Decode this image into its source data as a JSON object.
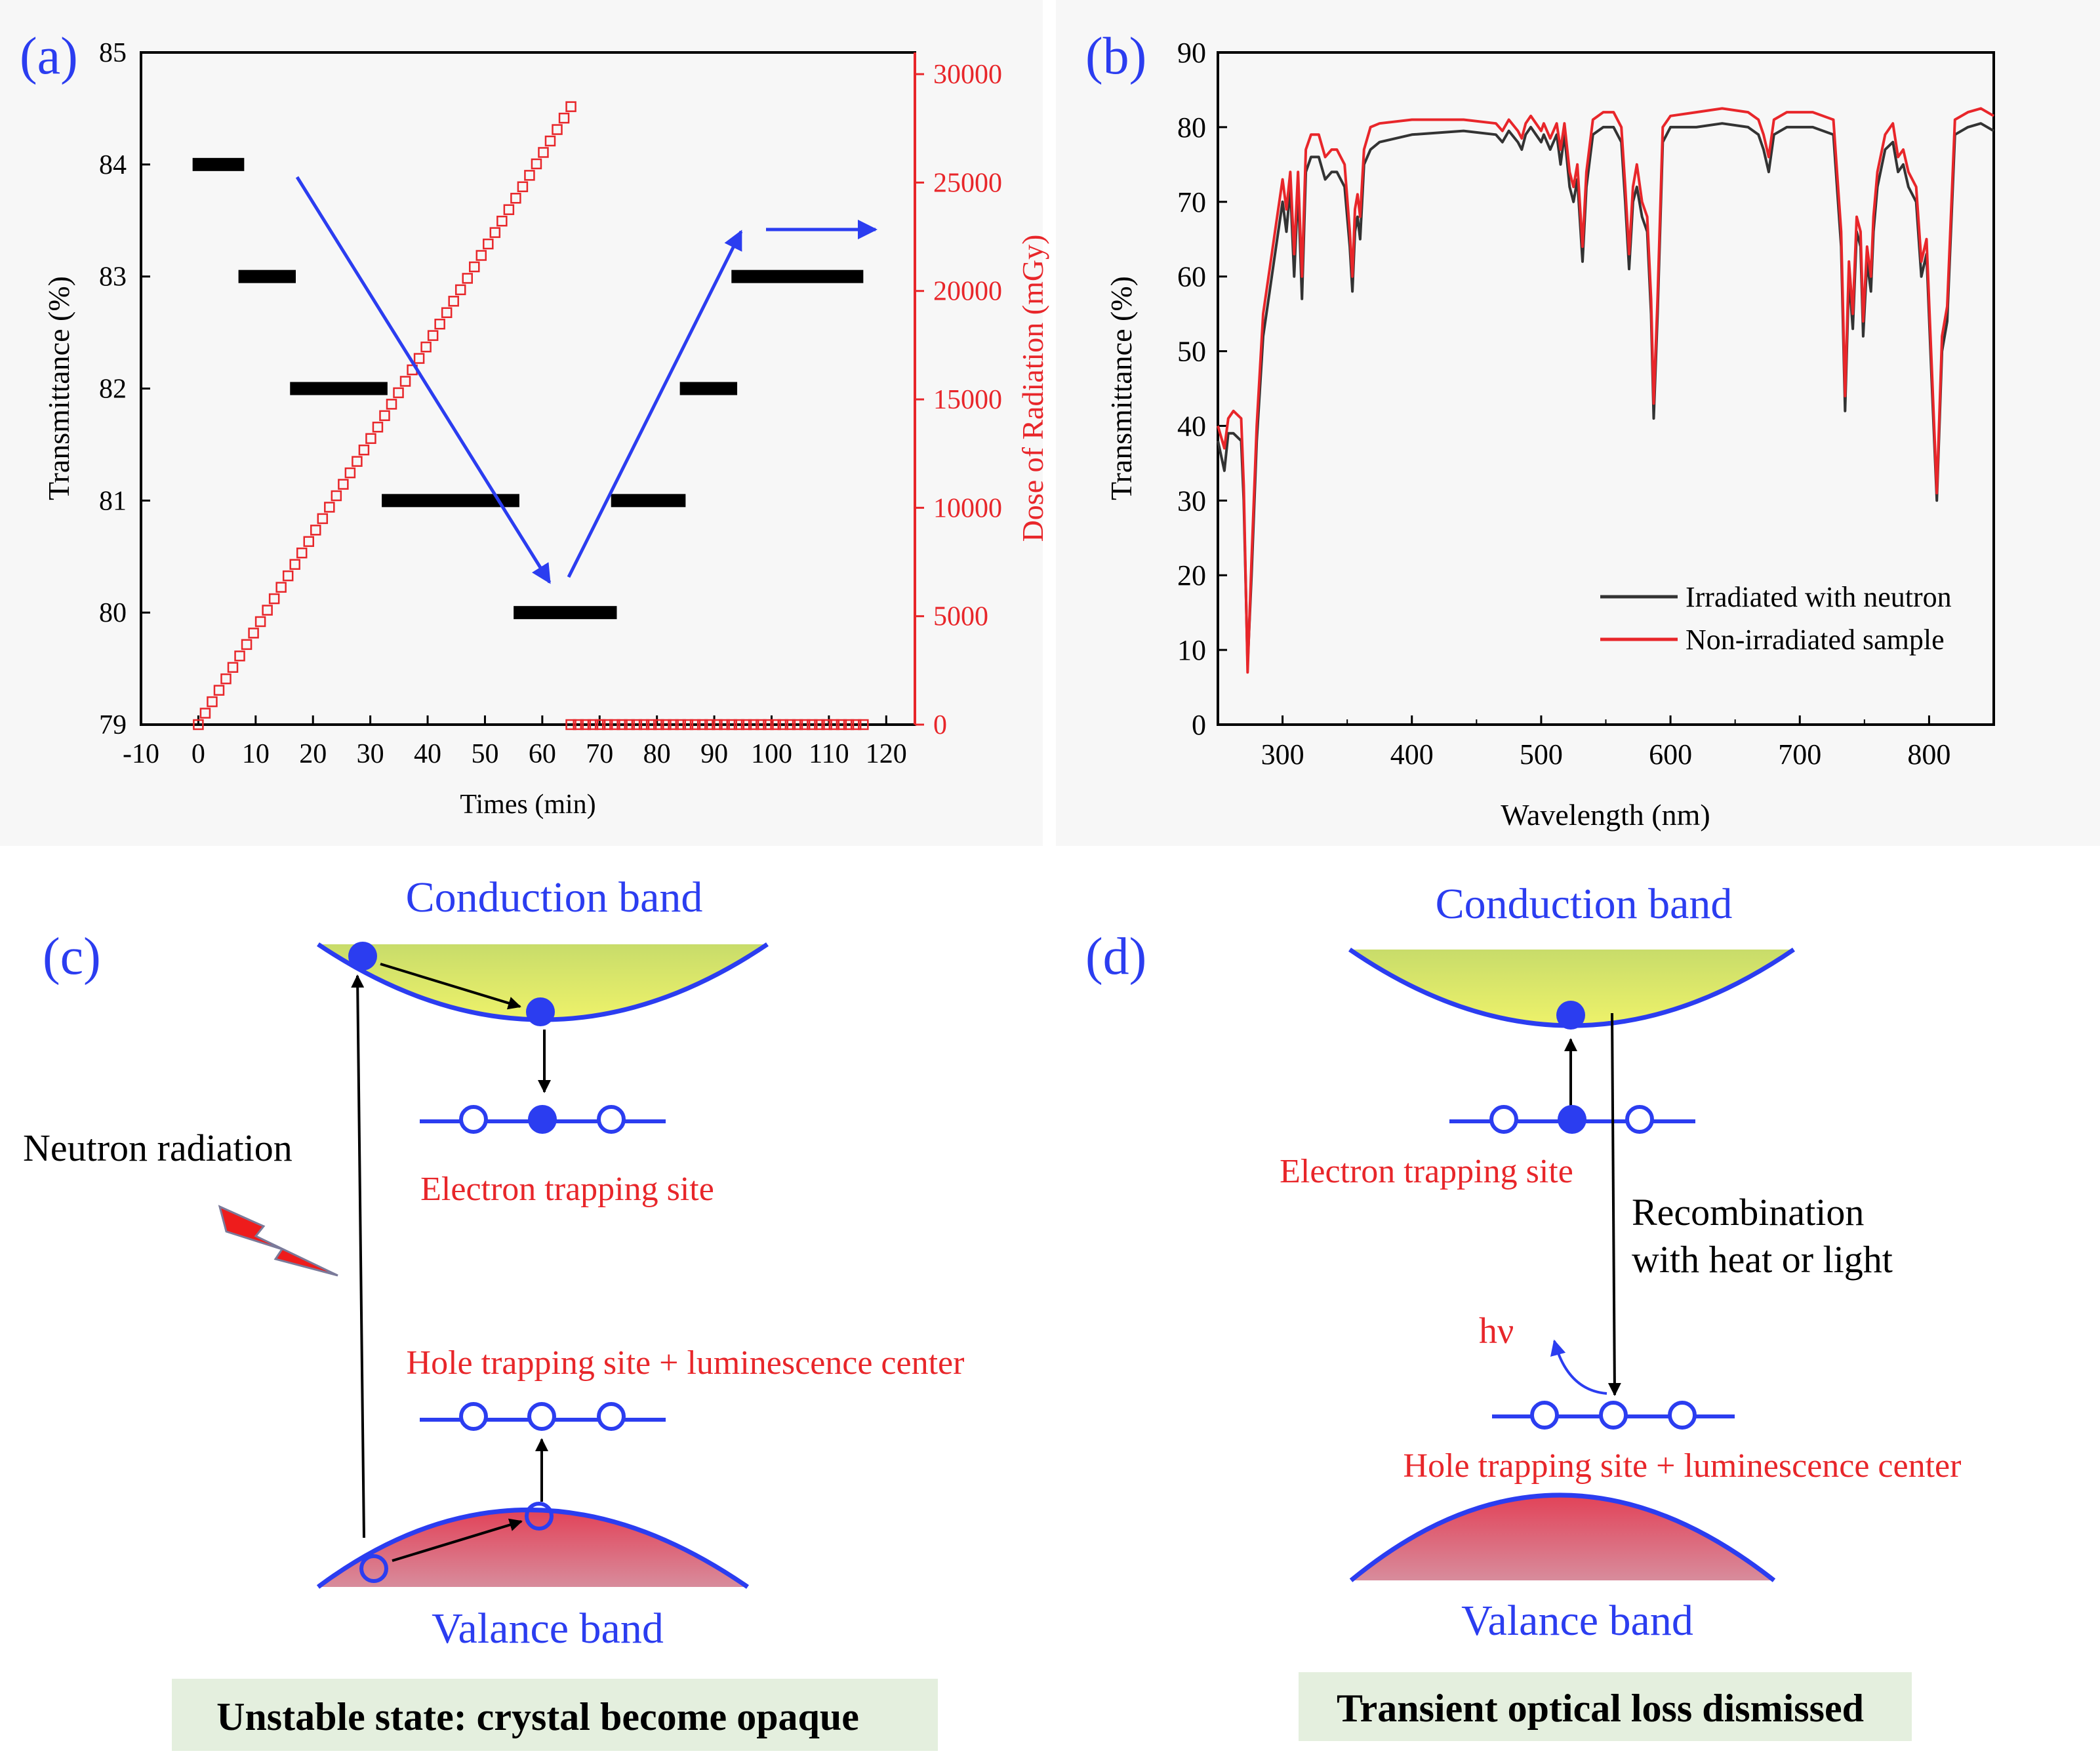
{
  "panels": {
    "a": {
      "label": "(a)"
    },
    "b": {
      "label": "(b)"
    },
    "c": {
      "label": "(c)"
    },
    "d": {
      "label": "(d)"
    }
  },
  "colors": {
    "blue": "#2b3df0",
    "red": "#e8262a",
    "black": "#000000",
    "caption_bg": "#e4efde",
    "panel_bg": "#f6f6f6"
  },
  "chart_data": [
    {
      "id": "a",
      "type": "scatter",
      "xlabel": "Times (min)",
      "ylabel": "Transmittance (%)",
      "y2label": "Dose of Radiation (mGy)",
      "xlim": [
        -10,
        125
      ],
      "ylim": [
        79,
        85
      ],
      "y2lim": [
        0,
        31000
      ],
      "x_ticks": [
        "-10",
        "0",
        "10",
        "20",
        "30",
        "40",
        "50",
        "60",
        "70",
        "80",
        "90",
        "100",
        "110",
        "120"
      ],
      "y_ticks": [
        "79",
        "80",
        "81",
        "82",
        "83",
        "84",
        "85"
      ],
      "y2_ticks": [
        "0",
        "5000",
        "10000",
        "15000",
        "20000",
        "25000",
        "30000"
      ],
      "transmittance_segments": [
        {
          "x0": -1,
          "x1": 8,
          "y": 84
        },
        {
          "x0": 7,
          "x1": 17,
          "y": 83
        },
        {
          "x0": 16,
          "x1": 33,
          "y": 82
        },
        {
          "x0": 32,
          "x1": 56,
          "y": 81
        },
        {
          "x0": 55,
          "x1": 73,
          "y": 80
        },
        {
          "x0": 72,
          "x1": 85,
          "y": 81
        },
        {
          "x0": 84,
          "x1": 94,
          "y": 82
        },
        {
          "x0": 93,
          "x1": 116,
          "y": 83
        }
      ],
      "dose_series": {
        "name": "",
        "ramp_start": [
          0,
          0
        ],
        "ramp_end": [
          65,
          28500
        ],
        "flat_start": 65,
        "flat_end": 116,
        "flat_value": 0
      }
    },
    {
      "id": "b",
      "type": "line",
      "xlabel": "Wavelength (nm)",
      "ylabel": "Transmittance (%)",
      "xlim": [
        250,
        850
      ],
      "ylim": [
        0,
        90
      ],
      "x_ticks": [
        "300",
        "400",
        "500",
        "600",
        "700",
        "800"
      ],
      "y_ticks": [
        "0",
        "10",
        "20",
        "30",
        "40",
        "50",
        "60",
        "70",
        "80",
        "90"
      ],
      "legend": "bottom-right",
      "series": [
        {
          "name": "Irradiated with neutron",
          "color": "#333333",
          "points": [
            [
              250,
              38
            ],
            [
              255,
              34
            ],
            [
              258,
              39
            ],
            [
              262,
              39
            ],
            [
              268,
              38
            ],
            [
              270,
              30
            ],
            [
              273,
              8
            ],
            [
              276,
              20
            ],
            [
              280,
              38
            ],
            [
              285,
              52
            ],
            [
              290,
              58
            ],
            [
              295,
              64
            ],
            [
              300,
              70
            ],
            [
              303,
              66
            ],
            [
              306,
              72
            ],
            [
              309,
              60
            ],
            [
              312,
              72
            ],
            [
              315,
              57
            ],
            [
              318,
              74
            ],
            [
              322,
              76
            ],
            [
              328,
              76
            ],
            [
              333,
              73
            ],
            [
              338,
              74
            ],
            [
              342,
              74
            ],
            [
              348,
              72
            ],
            [
              352,
              64
            ],
            [
              354,
              58
            ],
            [
              356,
              66
            ],
            [
              358,
              68
            ],
            [
              360,
              65
            ],
            [
              363,
              75
            ],
            [
              368,
              77
            ],
            [
              375,
              78
            ],
            [
              400,
              79
            ],
            [
              440,
              79.5
            ],
            [
              465,
              79
            ],
            [
              470,
              78
            ],
            [
              475,
              79.5
            ],
            [
              482,
              78
            ],
            [
              485,
              77
            ],
            [
              488,
              79
            ],
            [
              492,
              80
            ],
            [
              496,
              79
            ],
            [
              500,
              78
            ],
            [
              502,
              79
            ],
            [
              507,
              77
            ],
            [
              512,
              79
            ],
            [
              515,
              75
            ],
            [
              518,
              79
            ],
            [
              522,
              72
            ],
            [
              525,
              70
            ],
            [
              528,
              73
            ],
            [
              532,
              62
            ],
            [
              535,
              72
            ],
            [
              540,
              79
            ],
            [
              548,
              80
            ],
            [
              556,
              80
            ],
            [
              562,
              78
            ],
            [
              565,
              70
            ],
            [
              568,
              61
            ],
            [
              571,
              70
            ],
            [
              574,
              72
            ],
            [
              578,
              68
            ],
            [
              582,
              66
            ],
            [
              585,
              55
            ],
            [
              587,
              41
            ],
            [
              590,
              55
            ],
            [
              594,
              78
            ],
            [
              600,
              80
            ],
            [
              620,
              80
            ],
            [
              640,
              80.5
            ],
            [
              660,
              80
            ],
            [
              668,
              79
            ],
            [
              672,
              77
            ],
            [
              676,
              74
            ],
            [
              680,
              79
            ],
            [
              690,
              80
            ],
            [
              710,
              80
            ],
            [
              726,
              79
            ],
            [
              732,
              64
            ],
            [
              735,
              42
            ],
            [
              738,
              60
            ],
            [
              741,
              53
            ],
            [
              744,
              66
            ],
            [
              747,
              64
            ],
            [
              749,
              52
            ],
            [
              752,
              62
            ],
            [
              755,
              58
            ],
            [
              757,
              66
            ],
            [
              760,
              72
            ],
            [
              766,
              77
            ],
            [
              772,
              78
            ],
            [
              776,
              74
            ],
            [
              780,
              75
            ],
            [
              784,
              72
            ],
            [
              790,
              70
            ],
            [
              794,
              60
            ],
            [
              798,
              63
            ],
            [
              802,
              46
            ],
            [
              806,
              30
            ],
            [
              810,
              50
            ],
            [
              814,
              54
            ],
            [
              820,
              79
            ],
            [
              830,
              80
            ],
            [
              840,
              80.5
            ],
            [
              850,
              79.5
            ]
          ]
        },
        {
          "name": "Non-irradiated sample",
          "color": "#e8262a",
          "points": [
            [
              250,
              40
            ],
            [
              255,
              37
            ],
            [
              258,
              41
            ],
            [
              262,
              42
            ],
            [
              268,
              41
            ],
            [
              270,
              32
            ],
            [
              273,
              7
            ],
            [
              276,
              22
            ],
            [
              280,
              40
            ],
            [
              285,
              55
            ],
            [
              290,
              61
            ],
            [
              295,
              67
            ],
            [
              300,
              73
            ],
            [
              303,
              69
            ],
            [
              306,
              74
            ],
            [
              309,
              63
            ],
            [
              312,
              74
            ],
            [
              315,
              60
            ],
            [
              318,
              77
            ],
            [
              322,
              79
            ],
            [
              328,
              79
            ],
            [
              333,
              76
            ],
            [
              338,
              77
            ],
            [
              342,
              77
            ],
            [
              348,
              75
            ],
            [
              352,
              66
            ],
            [
              354,
              60
            ],
            [
              356,
              69
            ],
            [
              358,
              71
            ],
            [
              360,
              68
            ],
            [
              363,
              77
            ],
            [
              368,
              80
            ],
            [
              375,
              80.5
            ],
            [
              400,
              81
            ],
            [
              440,
              81
            ],
            [
              465,
              80.5
            ],
            [
              470,
              79.5
            ],
            [
              475,
              81
            ],
            [
              482,
              79.5
            ],
            [
              485,
              78.5
            ],
            [
              488,
              80.5
            ],
            [
              492,
              81.5
            ],
            [
              496,
              80.5
            ],
            [
              500,
              79.5
            ],
            [
              502,
              80.5
            ],
            [
              507,
              78.5
            ],
            [
              512,
              80.5
            ],
            [
              515,
              77
            ],
            [
              518,
              80.5
            ],
            [
              522,
              74
            ],
            [
              525,
              72
            ],
            [
              528,
              75
            ],
            [
              532,
              64
            ],
            [
              535,
              74
            ],
            [
              540,
              81
            ],
            [
              548,
              82
            ],
            [
              556,
              82
            ],
            [
              562,
              80
            ],
            [
              565,
              72
            ],
            [
              568,
              63
            ],
            [
              571,
              72
            ],
            [
              574,
              75
            ],
            [
              578,
              70
            ],
            [
              582,
              68
            ],
            [
              585,
              57
            ],
            [
              587,
              43
            ],
            [
              590,
              57
            ],
            [
              594,
              80
            ],
            [
              600,
              81.5
            ],
            [
              620,
              82
            ],
            [
              640,
              82.5
            ],
            [
              660,
              82
            ],
            [
              668,
              81
            ],
            [
              672,
              79
            ],
            [
              676,
              76
            ],
            [
              680,
              81
            ],
            [
              690,
              82
            ],
            [
              710,
              82
            ],
            [
              726,
              81
            ],
            [
              732,
              66
            ],
            [
              735,
              44
            ],
            [
              738,
              62
            ],
            [
              741,
              55
            ],
            [
              744,
              68
            ],
            [
              747,
              66
            ],
            [
              749,
              54
            ],
            [
              752,
              64
            ],
            [
              755,
              60
            ],
            [
              757,
              68
            ],
            [
              760,
              74
            ],
            [
              766,
              79
            ],
            [
              772,
              80.5
            ],
            [
              776,
              76
            ],
            [
              780,
              77
            ],
            [
              784,
              74
            ],
            [
              790,
              72
            ],
            [
              794,
              62
            ],
            [
              798,
              65
            ],
            [
              802,
              48
            ],
            [
              806,
              31
            ],
            [
              810,
              52
            ],
            [
              814,
              56
            ],
            [
              820,
              81
            ],
            [
              830,
              82
            ],
            [
              840,
              82.5
            ],
            [
              850,
              81.5
            ]
          ]
        }
      ]
    }
  ],
  "diagram_c": {
    "conduction_band": "Conduction band",
    "electron_trapping_site": "Electron trapping site",
    "neutron_radiation": "Neutron radiation",
    "hole_trapping_site": "Hole trapping site + luminescence center",
    "valance_band": "Valance band",
    "caption": "Unstable state: crystal become opaque"
  },
  "diagram_d": {
    "conduction_band": "Conduction band",
    "electron_trapping_site": "Electron trapping site",
    "recombination_line1": "Recombination",
    "recombination_line2": "with heat or light",
    "hv": "hν",
    "hole_trapping_site": "Hole trapping site + luminescence center",
    "valance_band": "Valance band",
    "caption": "Transient optical loss dismissed"
  }
}
